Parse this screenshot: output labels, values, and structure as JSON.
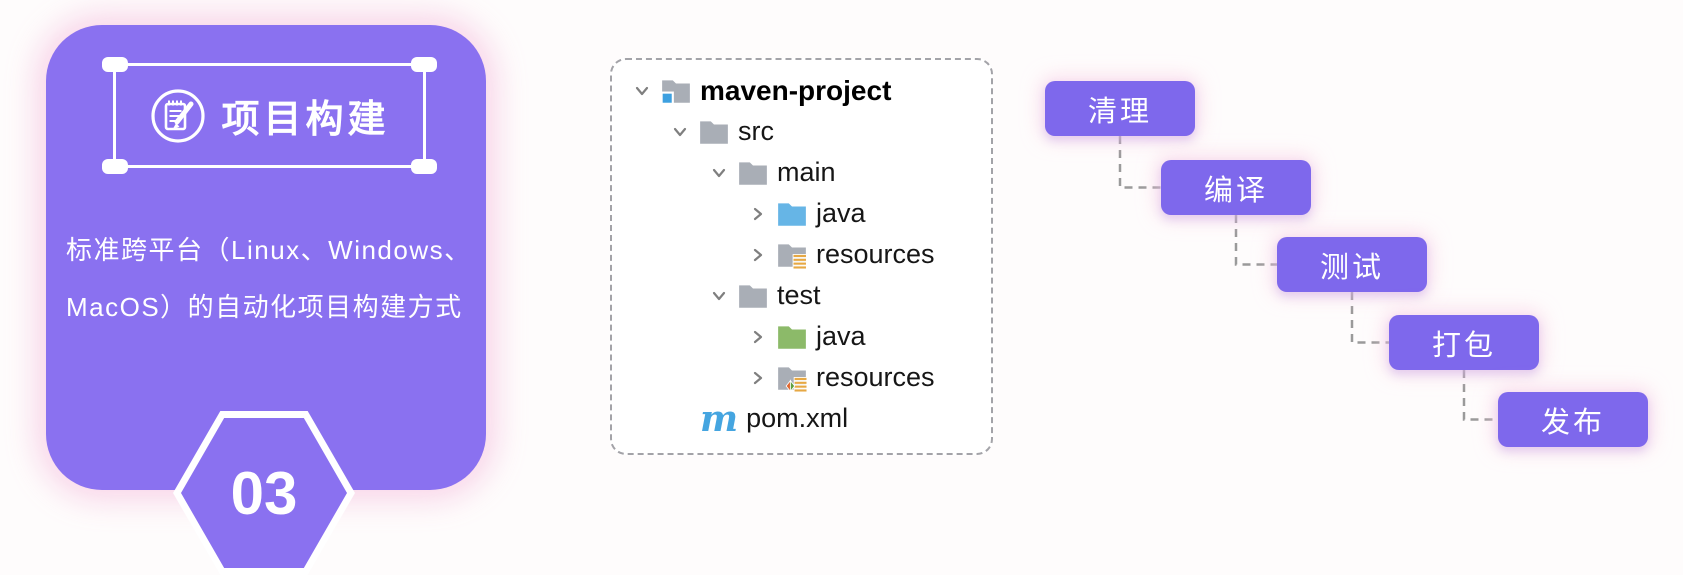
{
  "card": {
    "title": "项目构建",
    "title_icon": "notepad-pencil-icon",
    "description_line1": "标准跨平台（Linux、Windows、",
    "description_line2": "MacOS）的自动化项目构建方式",
    "badge_number": "03",
    "accent_color": "#8a71f0",
    "glow_color": "#f8cbe3"
  },
  "file_tree": {
    "border_style": "dashed",
    "items": [
      {
        "label": "maven-project",
        "level": 0,
        "state": "expanded",
        "icon": "module-folder-icon",
        "bold": true
      },
      {
        "label": "src",
        "level": 1,
        "state": "expanded",
        "icon": "folder-icon"
      },
      {
        "label": "main",
        "level": 2,
        "state": "expanded",
        "icon": "folder-icon"
      },
      {
        "label": "java",
        "level": 3,
        "state": "collapsed",
        "icon": "sources-folder-icon",
        "folder_color": "#66b5e6"
      },
      {
        "label": "resources",
        "level": 3,
        "state": "collapsed",
        "icon": "resources-folder-icon"
      },
      {
        "label": "test",
        "level": 2,
        "state": "expanded",
        "icon": "folder-icon"
      },
      {
        "label": "java",
        "level": 3,
        "state": "collapsed",
        "icon": "test-sources-folder-icon",
        "folder_color": "#8cba69"
      },
      {
        "label": "resources",
        "level": 3,
        "state": "collapsed",
        "icon": "test-resources-folder-icon"
      },
      {
        "label": "pom.xml",
        "level": 1,
        "state": "leaf",
        "icon": "maven-m-icon"
      }
    ]
  },
  "pipeline": {
    "box_color": "#7e68ec",
    "connector_style": "dashed",
    "steps": [
      {
        "label": "清理"
      },
      {
        "label": "编译"
      },
      {
        "label": "测试"
      },
      {
        "label": "打包"
      },
      {
        "label": "发布"
      }
    ]
  }
}
